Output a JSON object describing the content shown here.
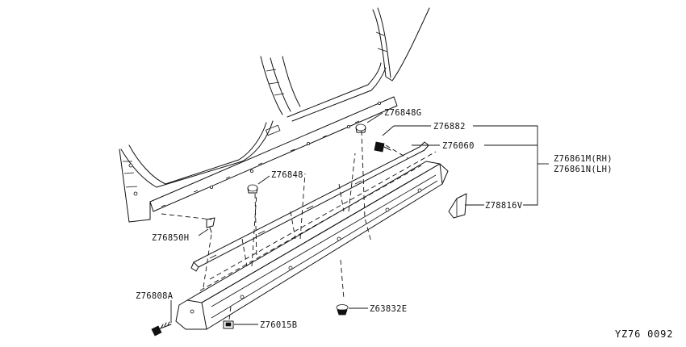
{
  "diagram": {
    "reference_code": "YZ76  0092",
    "callouts": {
      "clip_upper": "Z76848G",
      "fastener_rail": "Z76882",
      "rail_bracket": "Z76060",
      "sill_cover_rh": "Z76861M(RH)",
      "sill_cover_lh": "Z76861N(LH)",
      "clip_mid": "Z76848",
      "seal_pad": "Z78816V",
      "clip_body": "Z76850H",
      "screw_front": "Z76808A",
      "clip_lower": "Z76015B",
      "grommet": "Z63832E"
    }
  }
}
